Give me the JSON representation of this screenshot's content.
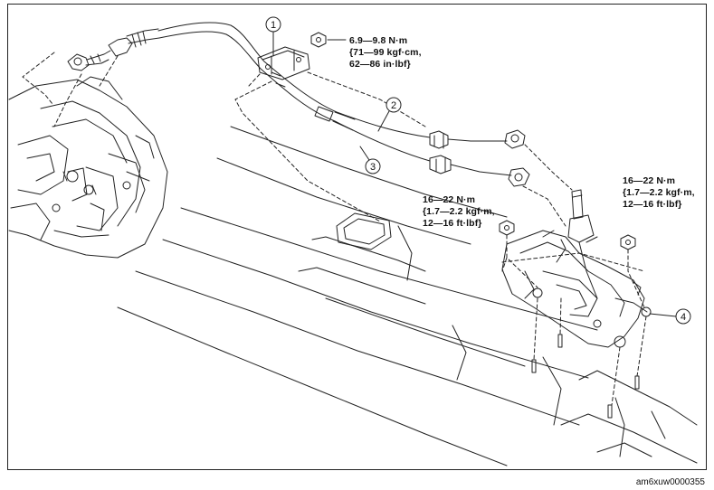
{
  "callouts": [
    {
      "id": "1"
    },
    {
      "id": "2"
    },
    {
      "id": "3"
    },
    {
      "id": "4"
    }
  ],
  "torques": {
    "cable_bracket": [
      "6.9—9.8 N·m",
      "{71—99 kgf·cm,",
      "62—86 in·lbf}"
    ],
    "shift_lever_left": [
      "16—22 N·m",
      "{1.7—2.2 kgf·m,",
      "12—16 ft·lbf}"
    ],
    "shift_lever_right": [
      "16—22 N·m",
      "{1.7—2.2 kgf·m,",
      "12—16 ft·lbf}"
    ]
  },
  "figure_code": "am6xuw0000355"
}
